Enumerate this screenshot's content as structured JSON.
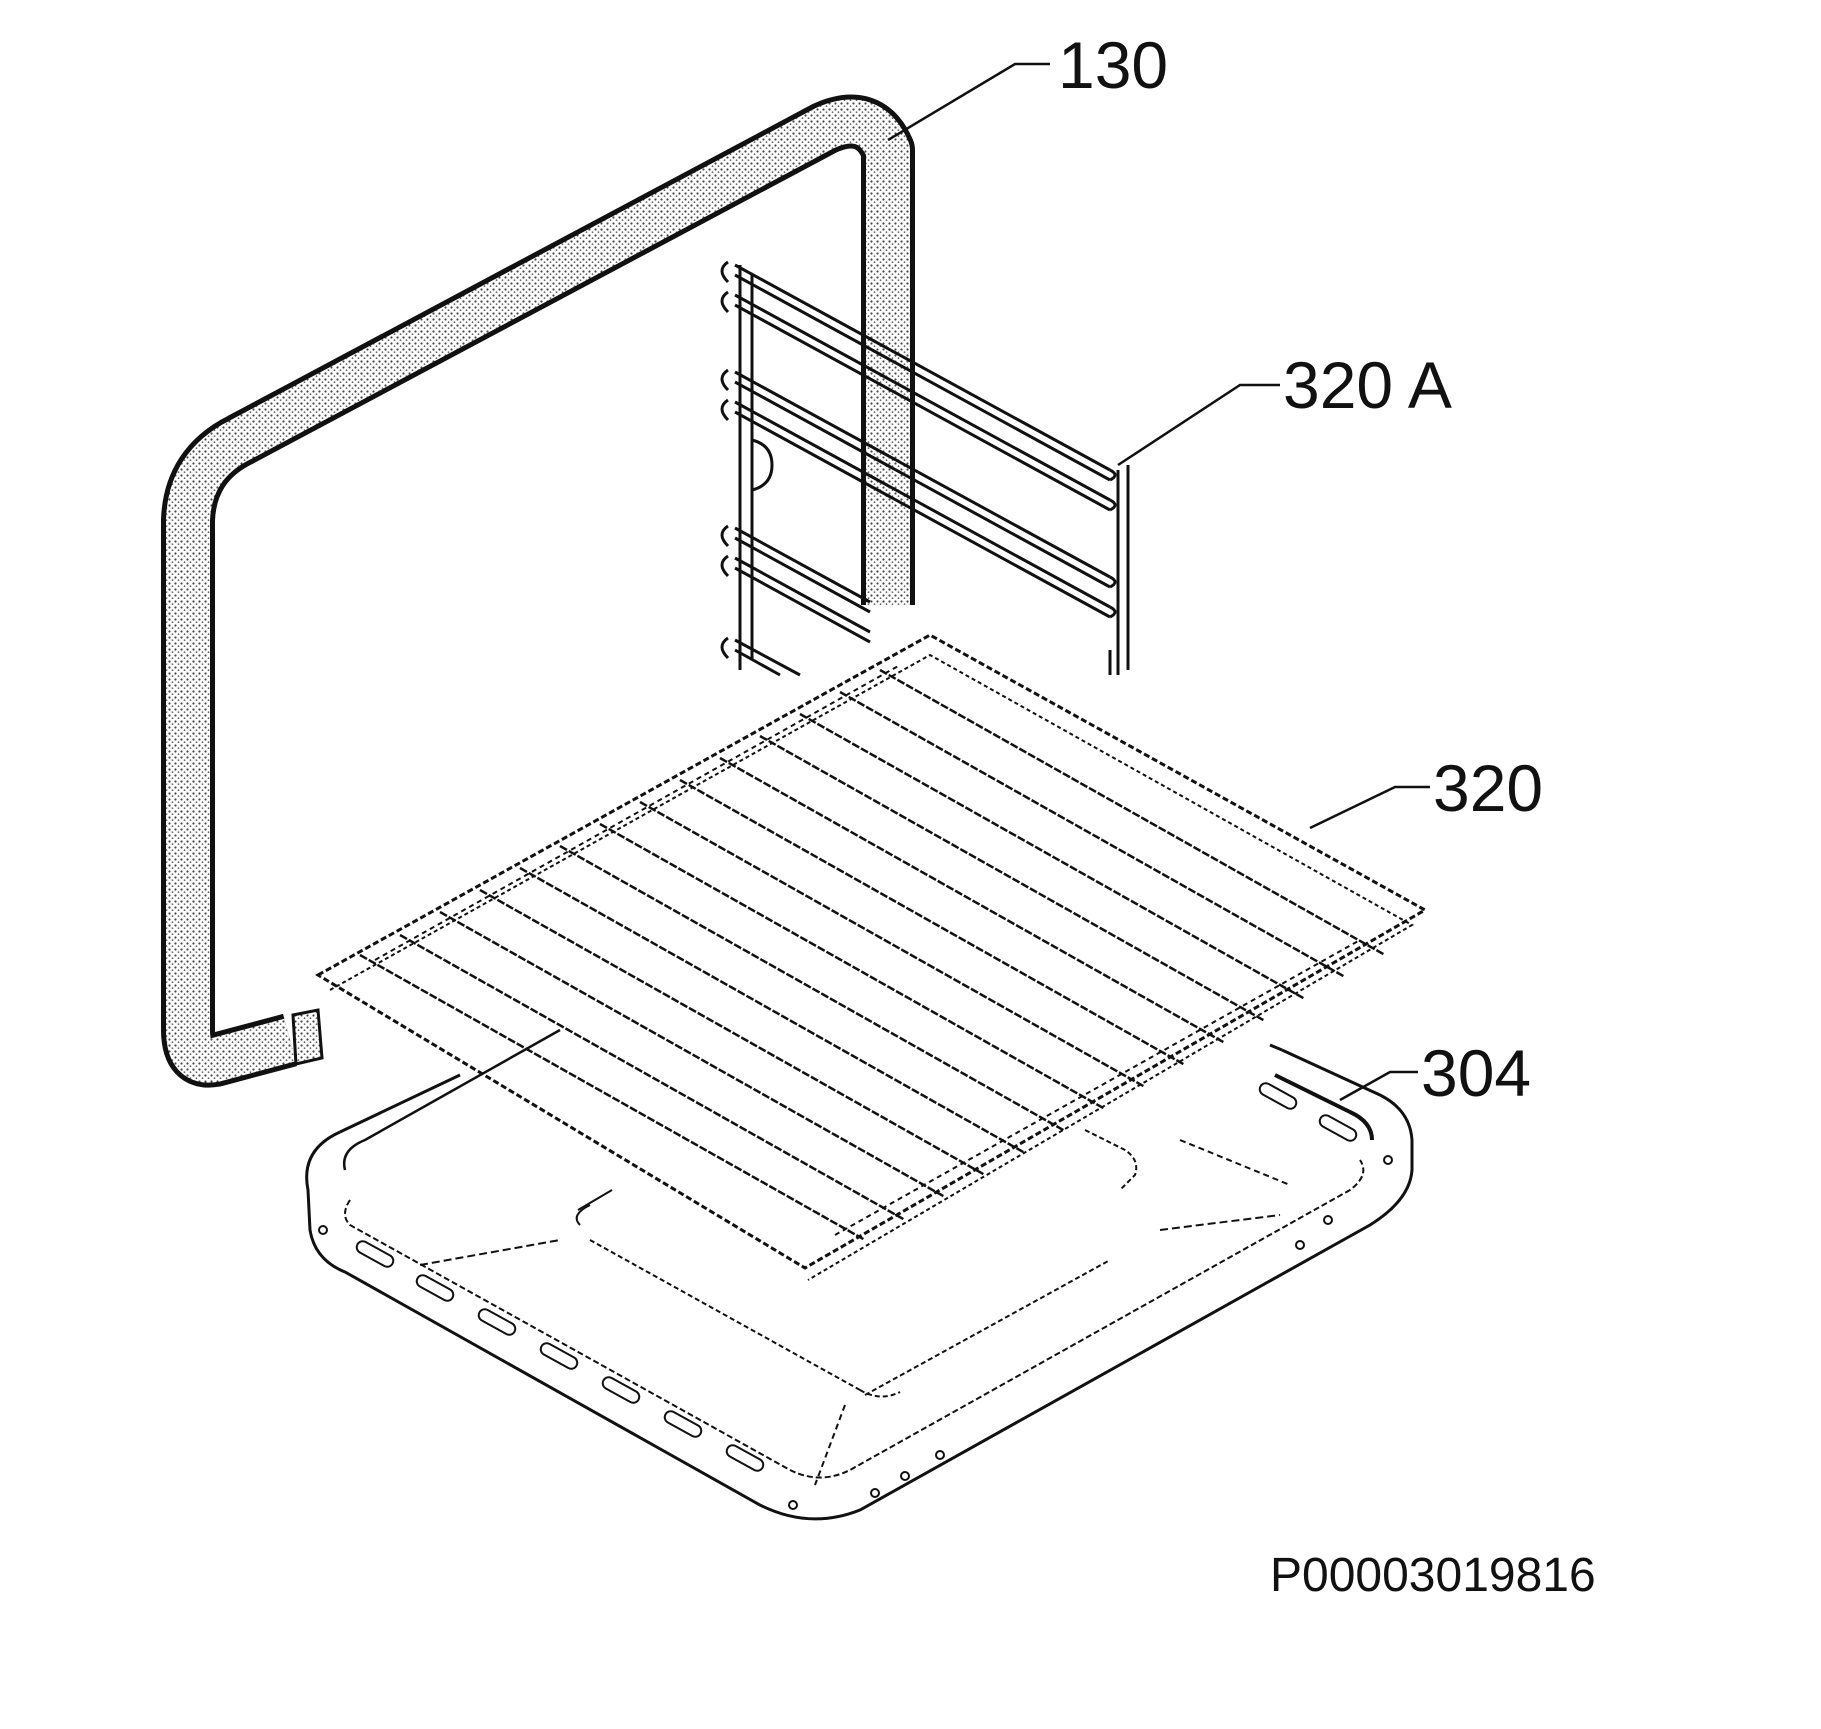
{
  "diagram": {
    "parts": [
      {
        "id": "part-130",
        "label": "130",
        "description_name": "door-seal-gasket"
      },
      {
        "id": "part-320a",
        "label": "320 A",
        "description_name": "side-shelf-support"
      },
      {
        "id": "part-320",
        "label": "320",
        "description_name": "wire-shelf-rack"
      },
      {
        "id": "part-304",
        "label": "304",
        "description_name": "baking-tray"
      }
    ],
    "document_id": "P00003019816"
  },
  "colors": {
    "line": "#111111",
    "stipple": "#555555",
    "background": "#ffffff"
  }
}
